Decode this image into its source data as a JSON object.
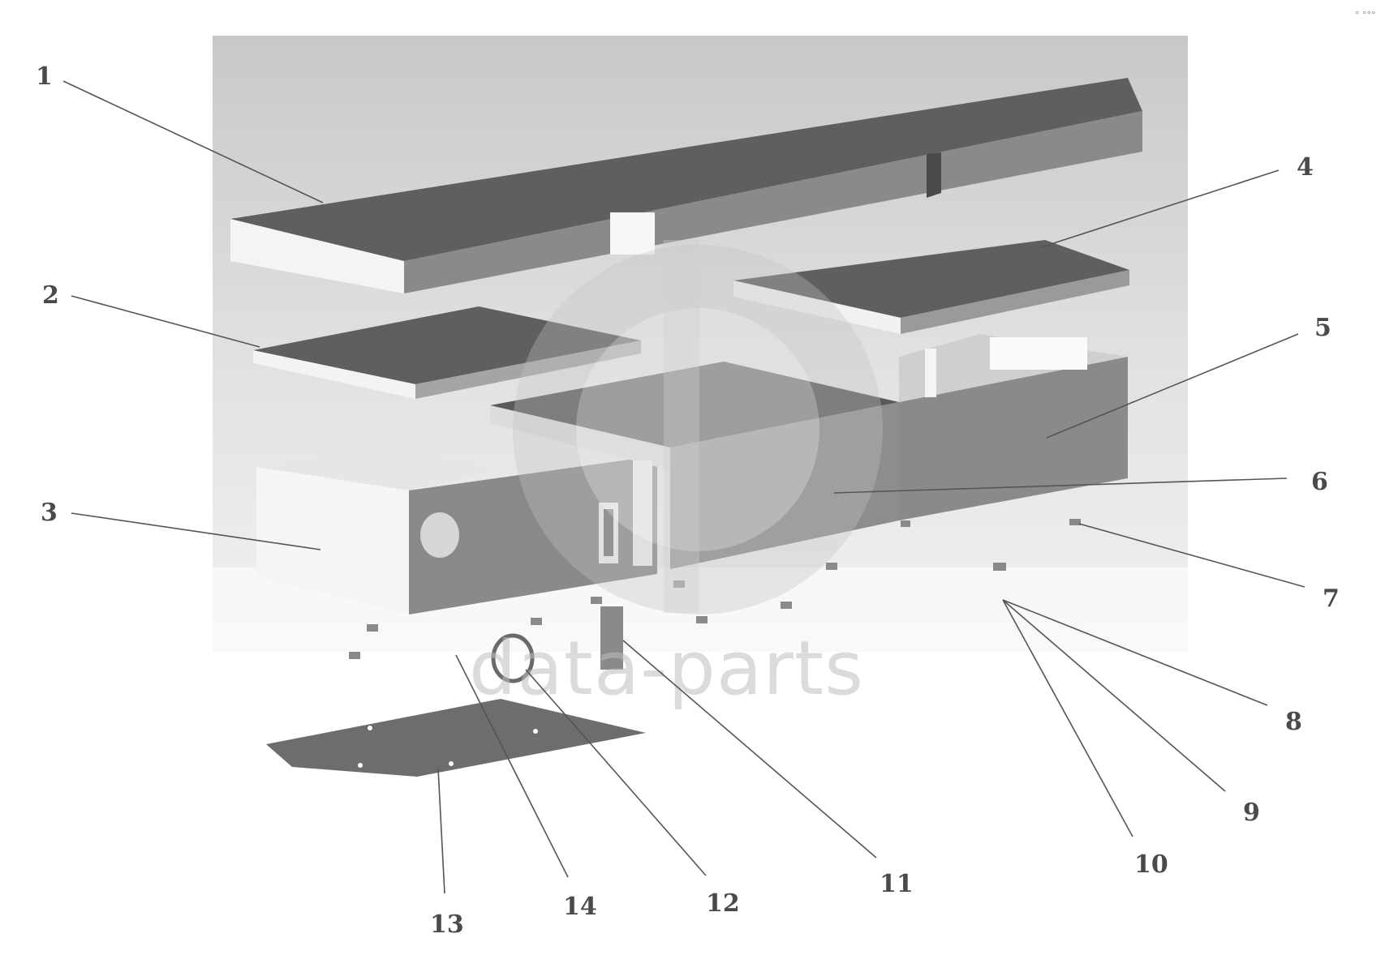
{
  "diagram": {
    "watermark": "data-parts",
    "callouts": [
      "1",
      "2",
      "3",
      "4",
      "5",
      "6",
      "7",
      "8",
      "9",
      "10",
      "11",
      "12",
      "13",
      "14"
    ]
  },
  "colors": {
    "top_face": "#5f5f5f",
    "side_face": "#8a8a8a",
    "light_face": "#f4f4f4",
    "backdrop": "#d6d6d6",
    "plate": "#6d6d6d"
  }
}
